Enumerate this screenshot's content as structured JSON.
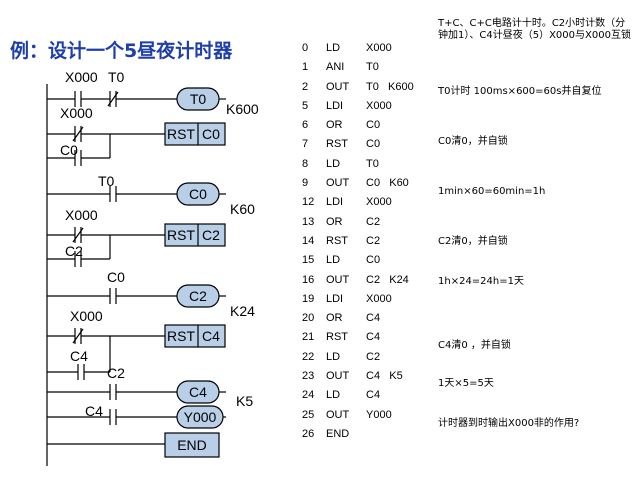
{
  "title": "例：设计一个5昼夜计时器",
  "rungs": {
    "x000_a": "X000",
    "t0_a": "T0",
    "t0_coil": "T0",
    "k600": "K600",
    "x000_b": "X000",
    "rst_a": "RST",
    "c0_a": "C0",
    "c0_contact": "C0",
    "t0_b": "T0",
    "c0_coil": "C0",
    "k60": "K60",
    "x000_c": "X000",
    "rst_b": "RST",
    "c2_a": "C2",
    "c2_contact": "C2",
    "c0_b": "C0",
    "c2_coil": "C2",
    "k24": "K24",
    "x000_d": "X000",
    "rst_c": "RST",
    "c4_a": "C4",
    "c4_contact": "C4",
    "c2_b": "C2",
    "c4_coil": "C4",
    "k5": "K5",
    "c4_b": "C4",
    "y000_coil": "Y000",
    "end": "END"
  },
  "program": [
    {
      "step": "0",
      "ins": "LD",
      "op": "X000"
    },
    {
      "step": "1",
      "ins": "ANI",
      "op": "T0"
    },
    {
      "step": "2",
      "ins": "OUT",
      "op": "T0   K600"
    },
    {
      "step": "5",
      "ins": "LDI",
      "op": "X000"
    },
    {
      "step": "6",
      "ins": "OR",
      "op": "C0"
    },
    {
      "step": "7",
      "ins": "RST",
      "op": "C0"
    },
    {
      "step": "8",
      "ins": "LD",
      "op": "T0"
    },
    {
      "step": "9",
      "ins": "OUT",
      "op": "C0   K60"
    },
    {
      "step": "12",
      "ins": "LDI",
      "op": "X000"
    },
    {
      "step": "13",
      "ins": "OR",
      "op": "C2"
    },
    {
      "step": "14",
      "ins": "RST",
      "op": "C2"
    },
    {
      "step": "15",
      "ins": "LD",
      "op": "C0"
    },
    {
      "step": "16",
      "ins": "OUT",
      "op": "C2   K24"
    },
    {
      "step": "19",
      "ins": "LDI",
      "op": "X000"
    },
    {
      "step": "20",
      "ins": "OR",
      "op": "C4"
    },
    {
      "step": "21",
      "ins": "RST",
      "op": "C4"
    },
    {
      "step": "22",
      "ins": "LD",
      "op": "C2"
    },
    {
      "step": "23",
      "ins": "OUT",
      "op": "C4   K5"
    },
    {
      "step": "24",
      "ins": "LD",
      "op": "C4"
    },
    {
      "step": "25",
      "ins": "OUT",
      "op": "Y000"
    },
    {
      "step": "26",
      "ins": "END",
      "op": ""
    }
  ],
  "notes": {
    "n1": "T+C、C+C电路计十时。C2小时计数（分钟加1）、C4计昼夜（5）X000与X000互锁",
    "n2": "T0计时   100ms×600=60s并自复位",
    "n3": "C0清0，并自锁",
    "n4": "1min×60=60min=1h",
    "n5": "C2清0，并自锁",
    "n6": "1h×24=24h=1天",
    "n7": "C4清0 ，并自锁",
    "n8": "1天×5=5天",
    "n9": "计时器到时输出X000非的作用?"
  },
  "colors": {
    "title": "#1f3fa8",
    "coil_fill": "#b9cfe8"
  }
}
